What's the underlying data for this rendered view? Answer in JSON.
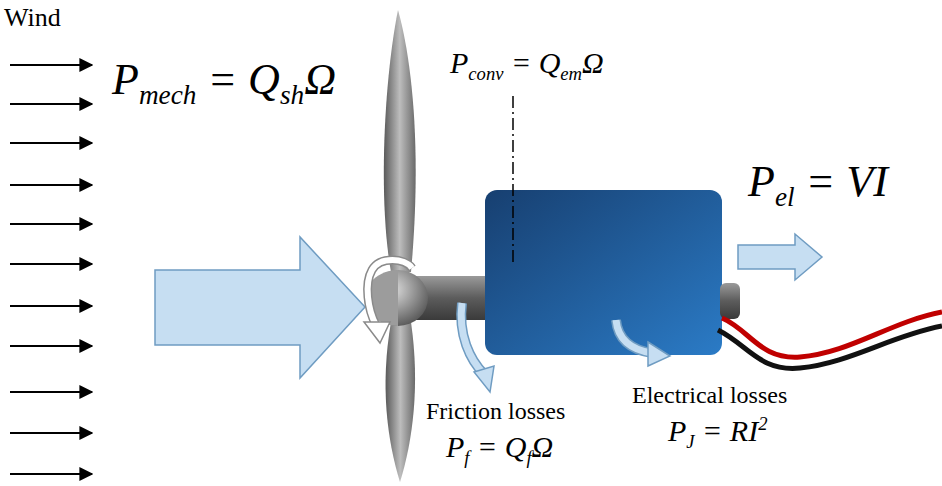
{
  "diagram": {
    "labels": [
      "Wind",
      "Pmech = QshΩ",
      "Pconv = QemΩ",
      "Pel = VI",
      "Friction losses",
      "Pf = QfΩ",
      "Electrical losses",
      "PJ = RI2"
    ]
  }
}
